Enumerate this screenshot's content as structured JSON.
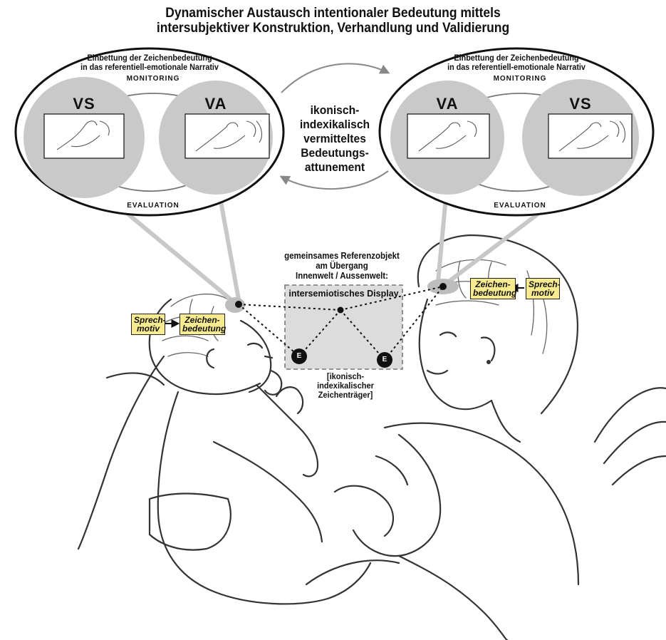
{
  "title": {
    "line1": "Dynamischer Austausch intentionaler Bedeutung mittels",
    "line2": "intersubjektiver Konstruktion, Verhandlung und Validierung"
  },
  "left_oval": {
    "embedding_line1": "Einbettung der Zeichenbedeutung",
    "embedding_line2": "in das referentiell-emotionale Narrativ",
    "monitoring": "MONITORING",
    "evaluation": "EVALUATION",
    "first_label": "VS",
    "second_label": "VA"
  },
  "right_oval": {
    "embedding_line1": "Einbettung der Zeichenbedeutung",
    "embedding_line2": "in das referentiell-emotionale Narrativ",
    "monitoring": "MONITORING",
    "evaluation": "EVALUATION",
    "first_label": "VA",
    "second_label": "VS"
  },
  "center_text": {
    "line1": "ikonisch-",
    "line2": "indexikalisch",
    "line3": "vermitteltes",
    "line4": "Bedeutungs-",
    "line5": "attunement"
  },
  "reference": {
    "line1": "gemeinsames Referenzobjekt",
    "line2": "am  Übergang",
    "line3": "Innenwelt / Aussenwelt:"
  },
  "display_label": "intersemiotisches Display",
  "carrier": {
    "line1": "[ikonisch-",
    "line2": "indexikalischer",
    "line3": "Zeichenträger]"
  },
  "left_tags": {
    "sprech_line1": "Sprech-",
    "sprech_line2": "motiv",
    "zeichen_line1": "Zeichen-",
    "zeichen_line2": "bedeutung"
  },
  "right_tags": {
    "zeichen_line1": "Zeichen-",
    "zeichen_line2": "bedeutung",
    "sprech_line1": "Sprech-",
    "sprech_line2": "motiv"
  },
  "nodes": {
    "left_e": "E",
    "right_e": "E"
  },
  "colors": {
    "tag_fill": "#f7ea8f",
    "circle_fill": "#c9c9c9",
    "display_fill": "#dcdcdc",
    "cone": "#c8c8c8",
    "ink": "#111111"
  }
}
